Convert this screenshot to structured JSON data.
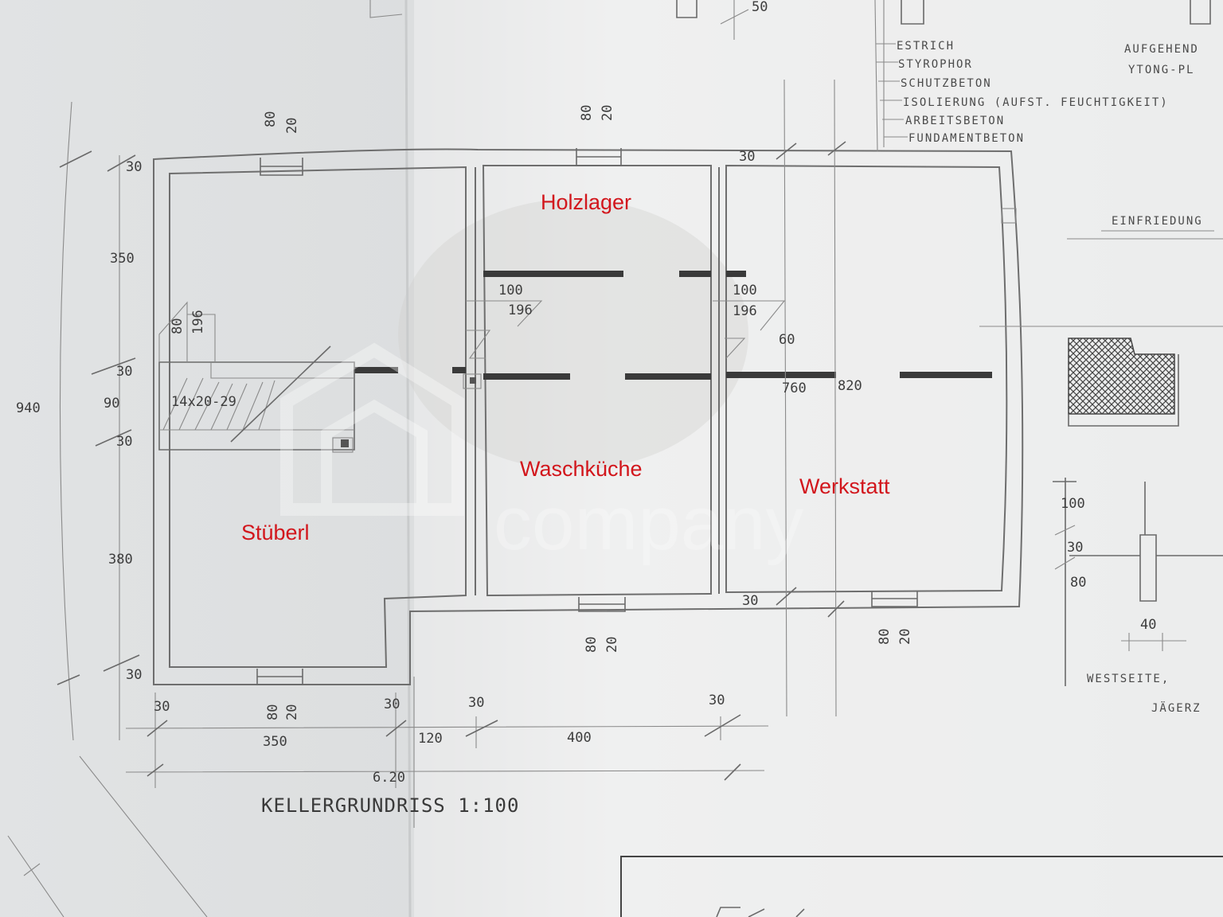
{
  "rooms": {
    "holzlager": "Holzlager",
    "waschkueche": "Waschküche",
    "werkstatt": "Werkstatt",
    "stueberl": "Stüberl"
  },
  "title": "KELLERGRUNDRISS  1:100",
  "watermark": "company",
  "layers": {
    "estrich": "ESTRICH",
    "styrophor": "STYROPHOR",
    "schutzbeton": "SCHUTZBETON",
    "isolierung": "ISOLIERUNG (AUFST. FEUCHTIGKEIT)",
    "arbeitsbeton": "ARBEITSBETON",
    "fundamentbeton": "FUNDAMENTBETON"
  },
  "right_notes": {
    "aufgehend": "AUFGEHEND",
    "ytong": "YTONG-PL",
    "einfriedung": "EINFRIEDUNG",
    "westseite": "WESTSEITE,",
    "jaegerz": "JÄGERZ"
  },
  "dims": {
    "d50": "50",
    "d80": "80",
    "d20": "20",
    "d30": "30",
    "d350": "350",
    "d940": "940",
    "d90": "90",
    "d380": "380",
    "d100": "100",
    "d196": "196",
    "d60": "60",
    "d760": "760",
    "d820": "820",
    "d120": "120",
    "d400": "400",
    "d620": "6.20",
    "d40": "40",
    "stair": "14x20-29"
  },
  "colors": {
    "paper": "#eceeed",
    "room_label": "#d2161c",
    "ink": "#3d3d3d"
  }
}
